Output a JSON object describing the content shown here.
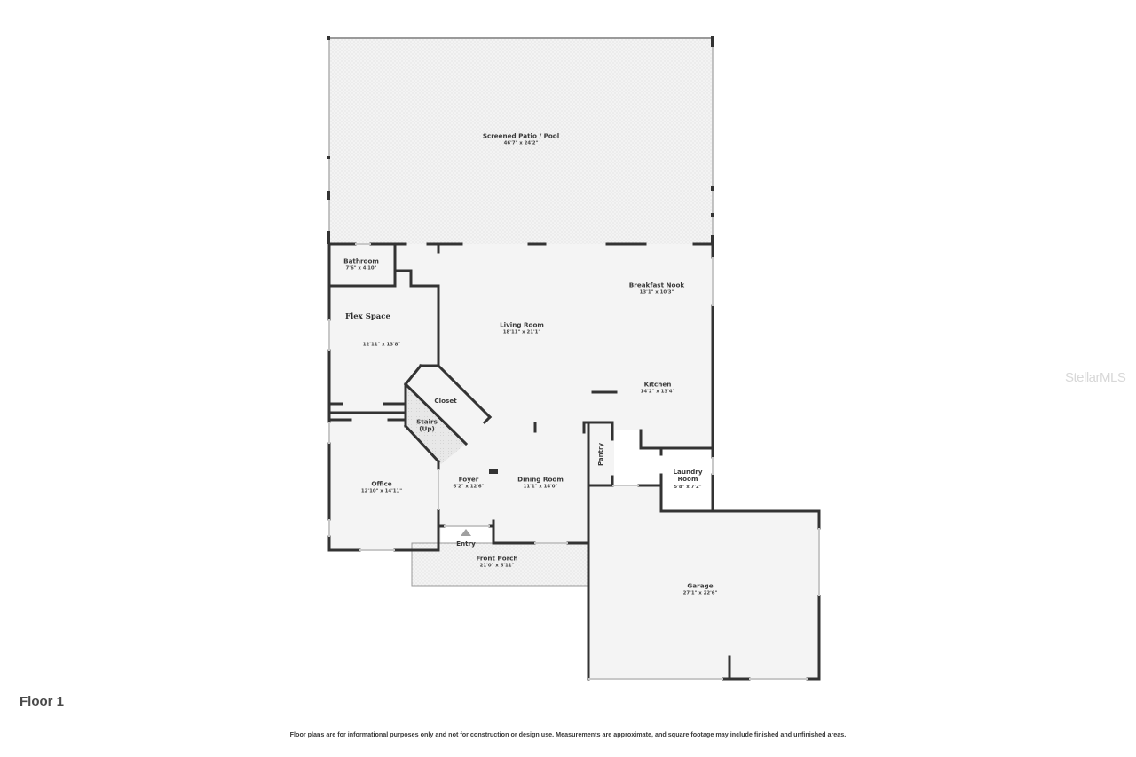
{
  "floor": {
    "title": "Floor 1"
  },
  "watermark": "StellarMLS",
  "disclaimer": "Floor plans are for informational purposes only and not for construction or design use. Measurements are approximate, and square footage may include finished and unfinished areas.",
  "colors": {
    "wall": "#333333",
    "floor": "#f4f4f4",
    "outdoor": "#f0f0f0",
    "text": "#3a3a3a"
  },
  "rooms": [
    {
      "name": "Screened Patio / Pool",
      "dimensions": "46'7\" x 24'2\""
    },
    {
      "name": "Bathroom",
      "dimensions": "7'6\" x 4'10\""
    },
    {
      "name": "Flex Space",
      "dimensions": "12'11\" x 13'8\""
    },
    {
      "name": "Living Room",
      "dimensions": "18'11\" x 21'1\""
    },
    {
      "name": "Breakfast Nook",
      "dimensions": "13'1\" x 10'3\""
    },
    {
      "name": "Kitchen",
      "dimensions": "14'2\" x 13'4\""
    },
    {
      "name": "Closet",
      "dimensions": ""
    },
    {
      "name": "Stairs (Up)",
      "dimensions": ""
    },
    {
      "name": "Office",
      "dimensions": "12'10\" x 14'11\""
    },
    {
      "name": "Foyer",
      "dimensions": "6'2\" x 12'6\""
    },
    {
      "name": "Dining Room",
      "dimensions": "11'1\" x 14'0\""
    },
    {
      "name": "Pantry",
      "dimensions": ""
    },
    {
      "name": "Laundry Room",
      "dimensions": "5'8\" x 7'2\""
    },
    {
      "name": "Entry",
      "dimensions": ""
    },
    {
      "name": "Front Porch",
      "dimensions": "21'0\" x 6'11\""
    },
    {
      "name": "Garage",
      "dimensions": "27'1\" x 22'6\""
    }
  ],
  "labels": {
    "stairs_line1": "Stairs",
    "stairs_line2": "(Up)",
    "laundry_line1": "Laundry",
    "laundry_line2": "Room"
  }
}
